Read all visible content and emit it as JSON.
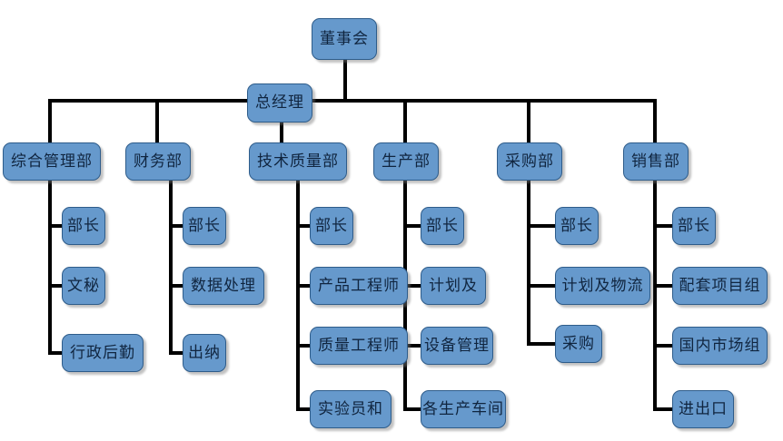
{
  "chart": {
    "type": "org-chart",
    "title": "",
    "background_color": "#ffffff",
    "node_fill_color": "#6699cc",
    "node_border_color": "#2e5c8a",
    "connector_color": "#000000",
    "text_color": "#10253f",
    "board": {
      "label": "董事会"
    },
    "general_manager": {
      "label": "总经理"
    },
    "departments": [
      {
        "label": "综合管理部",
        "children": [
          {
            "label": "部长"
          },
          {
            "label": "文秘"
          },
          {
            "label": "行政后勤"
          }
        ]
      },
      {
        "label": "财务部",
        "children": [
          {
            "label": "部长"
          },
          {
            "label": "数据处理"
          },
          {
            "label": "出纳"
          }
        ]
      },
      {
        "label": "技术质量部",
        "children": [
          {
            "label": "部长"
          },
          {
            "label": "产品工程师"
          },
          {
            "label": "质量工程师"
          },
          {
            "label": "实验员和"
          }
        ]
      },
      {
        "label": "生产部",
        "children": [
          {
            "label": "部长"
          },
          {
            "label": "计划及"
          },
          {
            "label": "设备管理"
          },
          {
            "label": "各生产车间"
          }
        ]
      },
      {
        "label": "采购部",
        "children": [
          {
            "label": "部长"
          },
          {
            "label": "计划及物流"
          },
          {
            "label": "采购"
          }
        ]
      },
      {
        "label": "销售部",
        "children": [
          {
            "label": "部长"
          },
          {
            "label": "配套项目组"
          },
          {
            "label": "国内市场组"
          },
          {
            "label": "进出口"
          }
        ]
      }
    ]
  }
}
